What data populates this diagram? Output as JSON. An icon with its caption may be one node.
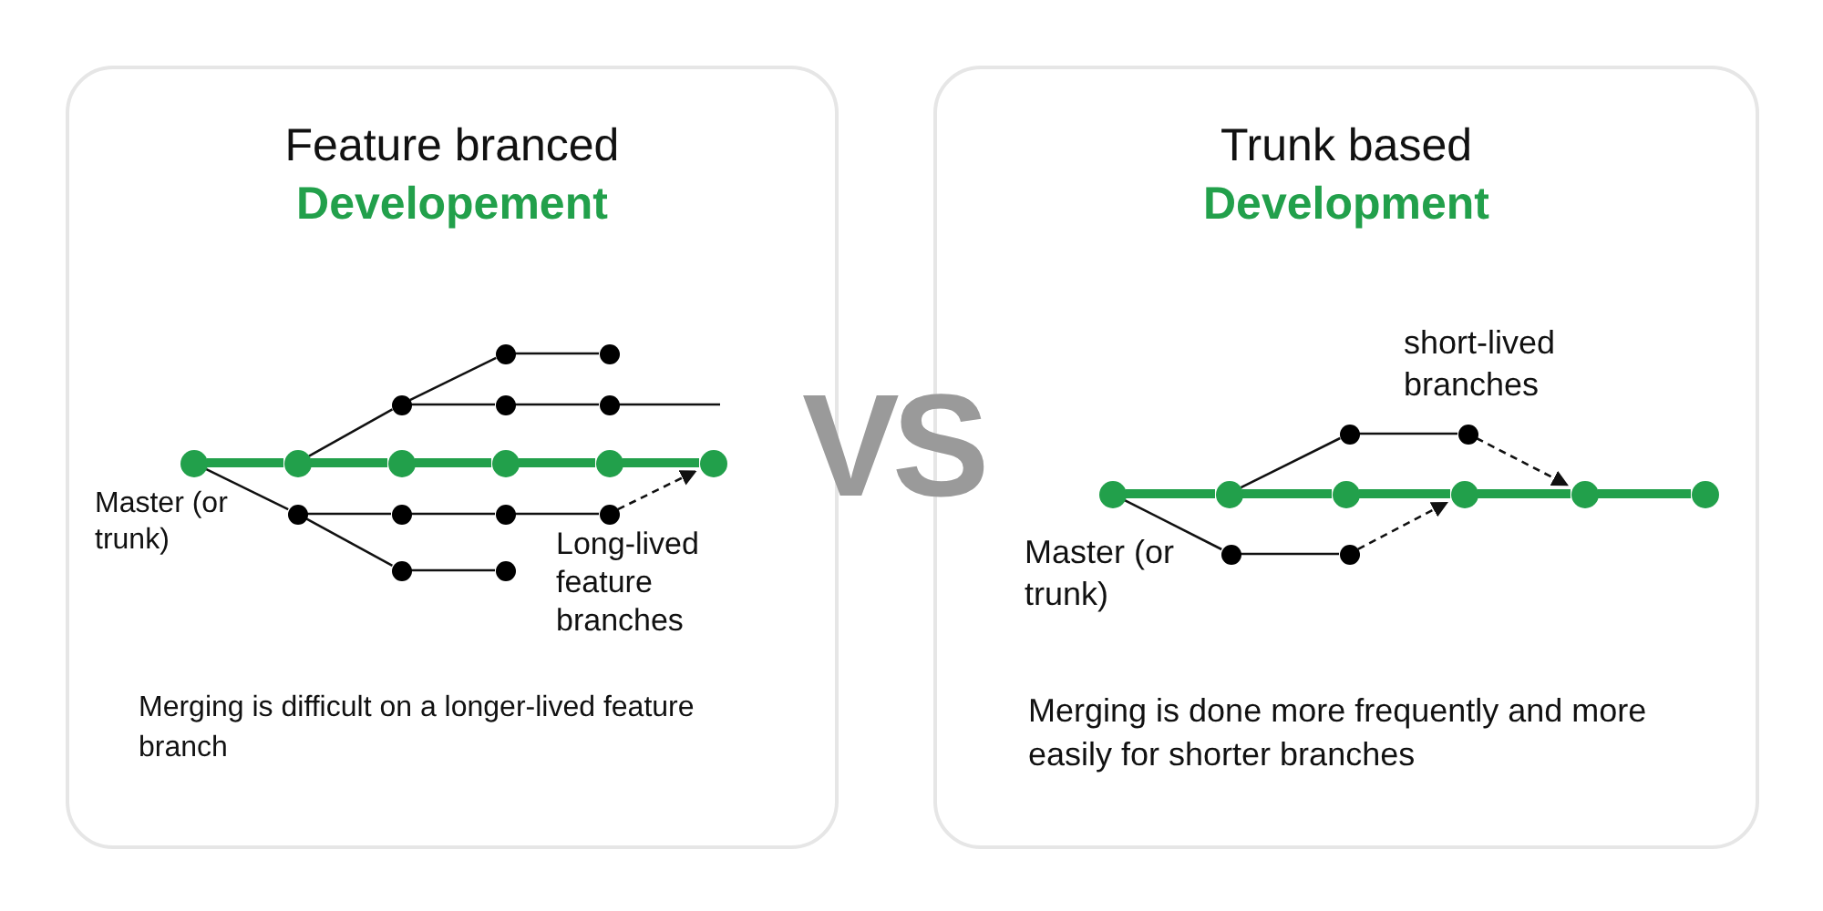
{
  "diagram": {
    "nodes": [
      {
        "text": [
          "Feature branced",
          "Developement",
          "Merging is difficult on a longer-lived feature branch"
        ]
      },
      {
        "text": [],
        "shape": "circle",
        "in": 0
      },
      {
        "text": [],
        "shape": "circle",
        "in": 0
      },
      {
        "text": [],
        "shape": "circle",
        "in": 0
      },
      {
        "text": [],
        "shape": "circle",
        "in": 0
      },
      {
        "text": [],
        "shape": "circle",
        "in": 0
      },
      {
        "text": [],
        "shape": "circle",
        "in": 0
      },
      {
        "text": [],
        "shape": "circle",
        "in": 0
      },
      {
        "text": [],
        "shape": "circle",
        "in": 0
      },
      {
        "text": [],
        "shape": "circle",
        "in": 0
      },
      {
        "text": [],
        "shape": "circle",
        "in": 0
      },
      {
        "text": [],
        "shape": "circle",
        "in": 0
      },
      {
        "text": [],
        "shape": "circle",
        "in": 0
      },
      {
        "text": [],
        "shape": "circle",
        "in": 0
      },
      {
        "text": [],
        "shape": "circle",
        "in": 0
      },
      {
        "text": [],
        "shape": "circle",
        "in": 0
      },
      {
        "text": [],
        "shape": "circle",
        "in": 0
      },
      {
        "text": [],
        "shape": "circle",
        "in": 0
      },
      {
        "text": [
          "Trunk based",
          "Development",
          "Merging is done more frequently and more easily for shorter branches"
        ]
      },
      {
        "text": [],
        "shape": "circle",
        "in": 18
      },
      {
        "text": [],
        "shape": "circle",
        "in": 18
      },
      {
        "text": [],
        "shape": "circle",
        "in": 18
      },
      {
        "text": [],
        "shape": "circle",
        "in": 18
      },
      {
        "text": [],
        "shape": "circle",
        "in": 18
      },
      {
        "text": [],
        "shape": "circle",
        "in": 18
      },
      {
        "text": [],
        "shape": "circle",
        "in": 18
      },
      {
        "text": [],
        "shape": "circle",
        "in": 18
      },
      {
        "text": [],
        "shape": "circle",
        "in": 18
      },
      {
        "text": [],
        "shape": "circle",
        "in": 18
      }
    ],
    "edges": [
      {
        "from": 1,
        "to": 2,
        "arrow": "none",
        "style": "thick",
        "color": "#22a04b"
      },
      {
        "from": 2,
        "to": 3,
        "arrow": "none",
        "style": "thick",
        "color": "#22a04b"
      },
      {
        "from": 3,
        "to": 4,
        "arrow": "none",
        "style": "thick",
        "color": "#22a04b"
      },
      {
        "from": 4,
        "to": 5,
        "arrow": "none",
        "style": "thick",
        "color": "#22a04b"
      },
      {
        "from": 5,
        "to": 6,
        "arrow": "none",
        "style": "thick",
        "color": "#22a04b"
      },
      {
        "from": 2,
        "to": 7,
        "arrow": "none"
      },
      {
        "from": 7,
        "to": 8,
        "arrow": "none"
      },
      {
        "from": 8,
        "to": 9,
        "arrow": "none"
      },
      {
        "from": 7,
        "to": 10,
        "arrow": "none"
      },
      {
        "from": 10,
        "to": 11,
        "arrow": "none"
      },
      {
        "from": 11,
        "to": null,
        "arrow": "none"
      },
      {
        "from": 1,
        "to": 12,
        "arrow": "none"
      },
      {
        "from": 12,
        "to": 13,
        "arrow": "none"
      },
      {
        "from": 13,
        "to": 14,
        "arrow": "none"
      },
      {
        "from": 14,
        "to": 15,
        "arrow": "none"
      },
      {
        "from": 15,
        "to": 6,
        "arrow": "to",
        "style": "dashed"
      },
      {
        "from": 12,
        "to": 16,
        "arrow": "none"
      },
      {
        "from": 16,
        "to": 17,
        "arrow": "none"
      },
      {
        "from": 19,
        "to": 20,
        "arrow": "none",
        "style": "thick",
        "color": "#22a04b"
      },
      {
        "from": 20,
        "to": 21,
        "arrow": "none",
        "style": "thick",
        "color": "#22a04b"
      },
      {
        "from": 21,
        "to": 22,
        "arrow": "none",
        "style": "thick",
        "color": "#22a04b"
      },
      {
        "from": 22,
        "to": 23,
        "arrow": "none",
        "style": "thick",
        "color": "#22a04b"
      },
      {
        "from": 23,
        "to": 24,
        "arrow": "none",
        "style": "thick",
        "color": "#22a04b"
      },
      {
        "from": 20,
        "to": 25,
        "arrow": "none"
      },
      {
        "from": 25,
        "to": 26,
        "arrow": "none"
      },
      {
        "from": 26,
        "to": 23,
        "arrow": "to",
        "style": "dashed"
      },
      {
        "from": 19,
        "to": 27,
        "arrow": "none"
      },
      {
        "from": 27,
        "to": 28,
        "arrow": "none"
      },
      {
        "from": 28,
        "to": 22,
        "arrow": "to",
        "style": "dashed"
      }
    ],
    "labels": [
      "Master (or trunk)",
      "Long-lived feature branches",
      "VS",
      "short-lived branches",
      "Master (or trunk)"
    ]
  }
}
